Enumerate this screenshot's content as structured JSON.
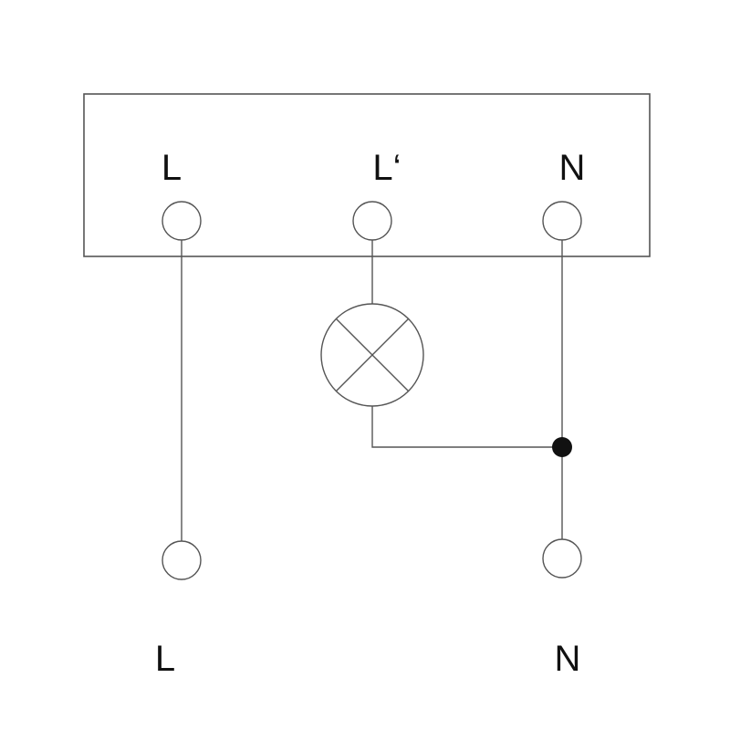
{
  "module": {
    "terminal_labels": [
      "L",
      "L‘",
      "N"
    ]
  },
  "bottom_labels": [
    "L",
    "N"
  ],
  "components": {
    "lamp": "lamp-symbol",
    "junction": "junction-dot"
  },
  "colors": {
    "line": "#555555",
    "text": "#111111",
    "junction": "#111111",
    "background": "#ffffff"
  }
}
